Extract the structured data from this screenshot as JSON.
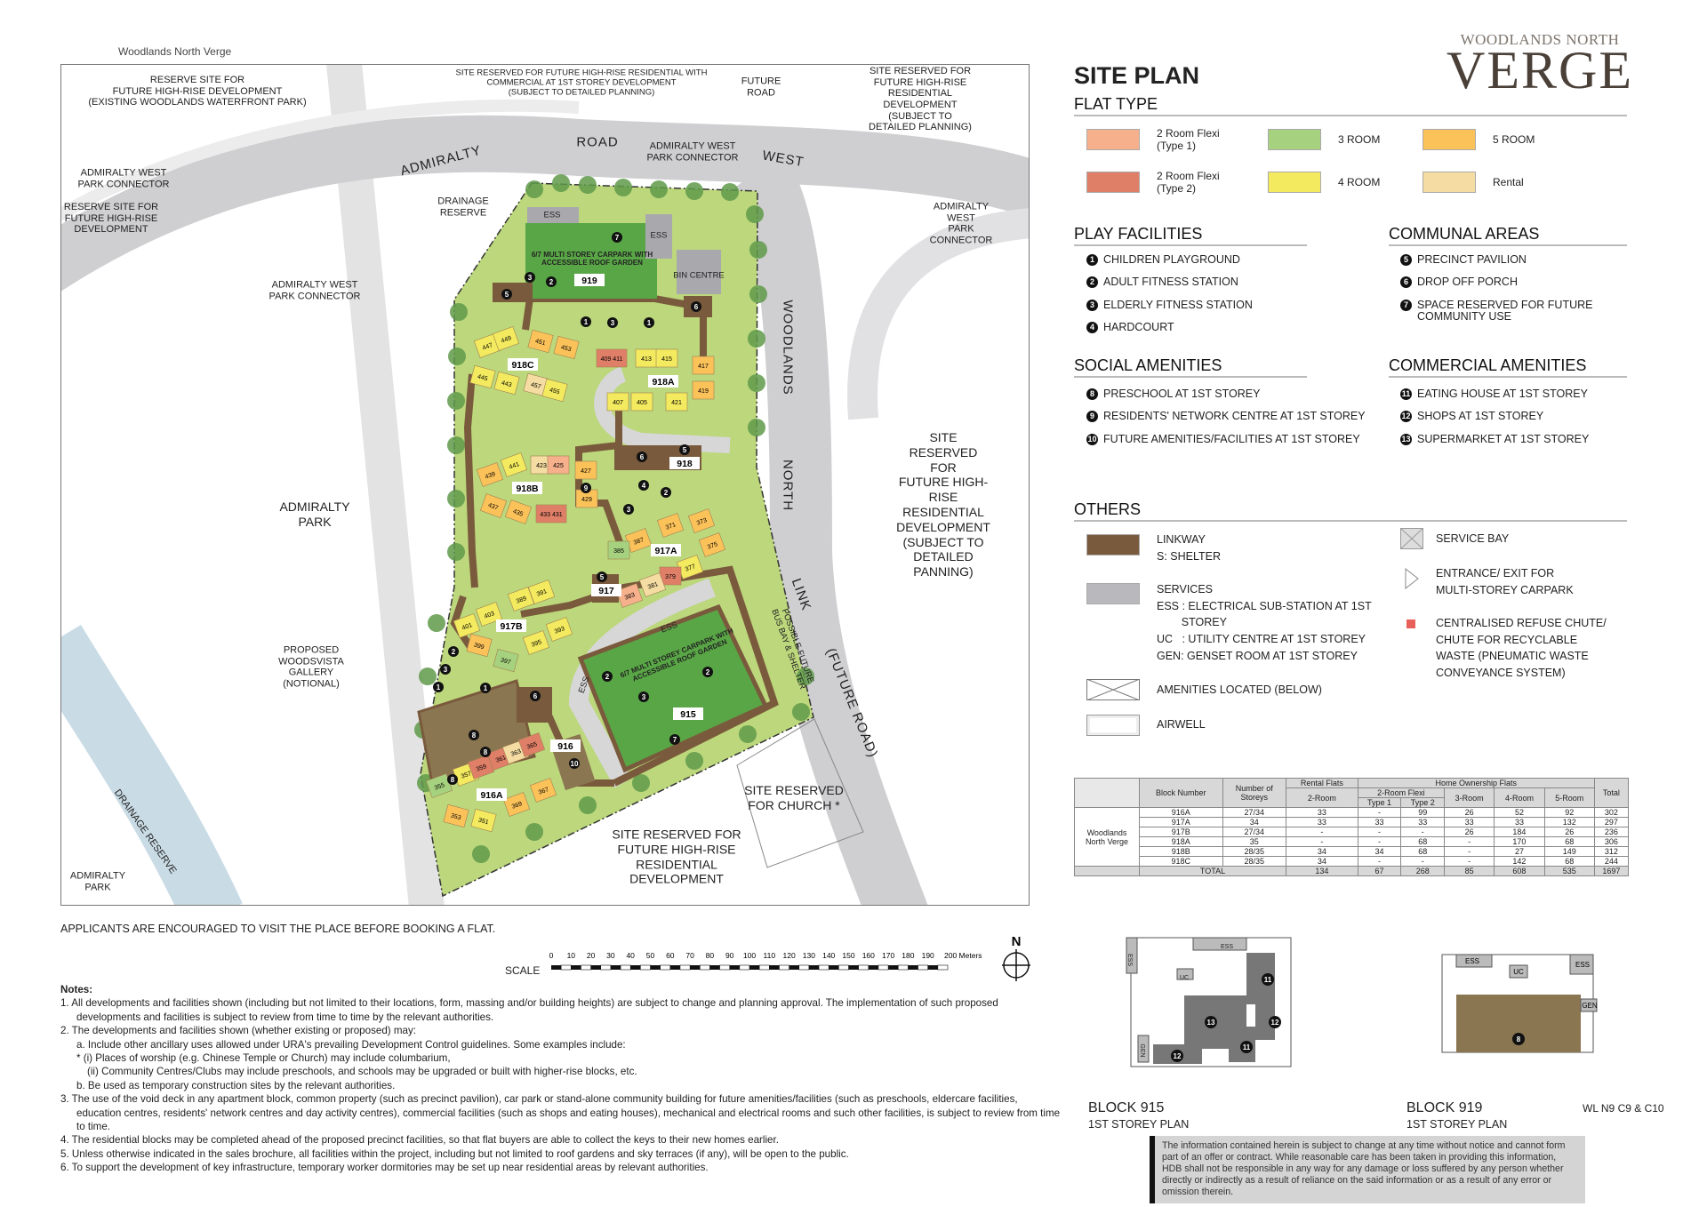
{
  "doc_title": "Woodlands North Verge",
  "logo": {
    "line1": "WOODLANDS NORTH",
    "line2": "VERGE"
  },
  "site_plan_title": "SITE PLAN",
  "flat_type": {
    "heading": "FLAT TYPE",
    "items": [
      {
        "label": "2 Room Flexi\n(Type 1)",
        "color": "#f6b08c"
      },
      {
        "label": "2 Room Flexi\n(Type 2)",
        "color": "#e07f68"
      },
      {
        "label": "3 ROOM",
        "color": "#a6d27f"
      },
      {
        "label": "4 ROOM",
        "color": "#f3ea5f"
      },
      {
        "label": "5 ROOM",
        "color": "#fcc25a"
      },
      {
        "label": "Rental",
        "color": "#f4dca2"
      }
    ]
  },
  "play_facilities": {
    "heading": "PLAY FACILITIES",
    "items": [
      {
        "n": "1",
        "label": "CHILDREN PLAYGROUND"
      },
      {
        "n": "2",
        "label": "ADULT FITNESS STATION"
      },
      {
        "n": "3",
        "label": "ELDERLY FITNESS STATION"
      },
      {
        "n": "4",
        "label": "HARDCOURT"
      }
    ]
  },
  "communal_areas": {
    "heading": "COMMUNAL AREAS",
    "items": [
      {
        "n": "5",
        "label": "PRECINCT PAVILION"
      },
      {
        "n": "6",
        "label": "DROP OFF PORCH"
      },
      {
        "n": "7",
        "label": "SPACE RESERVED FOR FUTURE\nCOMMUNITY USE"
      }
    ]
  },
  "social_amenities": {
    "heading": "SOCIAL AMENITIES",
    "items": [
      {
        "n": "8",
        "label": "PRESCHOOL  AT 1ST STOREY"
      },
      {
        "n": "9",
        "label": "RESIDENTS' NETWORK CENTRE AT 1ST STOREY"
      },
      {
        "n": "10",
        "label": "FUTURE AMENITIES/FACILITIES AT 1ST STOREY"
      }
    ]
  },
  "commercial_amenities": {
    "heading": "COMMERCIAL AMENITIES",
    "items": [
      {
        "n": "11",
        "label": "EATING HOUSE AT 1ST STOREY"
      },
      {
        "n": "12",
        "label": "SHOPS AT 1ST STOREY"
      },
      {
        "n": "13",
        "label": "SUPERMARKET AT 1ST STOREY"
      }
    ]
  },
  "others": {
    "heading": "OTHERS",
    "linkway": "LINKWAY\nS: SHELTER",
    "services": "SERVICES\nESS : ELECTRICAL SUB-STATION AT 1ST\n        STOREY\nUC   : UTILITY CENTRE AT 1ST STOREY\nGEN: GENSET ROOM AT 1ST STOREY",
    "amenities_below": "AMENITIES LOCATED (BELOW)",
    "airwell": "AIRWELL",
    "service_bay": "SERVICE BAY",
    "entrance": "ENTRANCE/ EXIT FOR\nMULTI-STOREY CARPARK",
    "refuse": "CENTRALISED REFUSE CHUTE/\nCHUTE FOR RECYCLABLE\nWASTE (PNEUMATIC WASTE\nCONVEYANCE SYSTEM)",
    "colors": {
      "linkway": "#7a5a3c",
      "services": "#b9b9bd",
      "refuse": "#e8605a"
    }
  },
  "unit_table": {
    "headers": {
      "block": "Block Number",
      "storeys": "Number of\nStoreys",
      "rental": "Rental Flats",
      "rental_2room": "2-Room",
      "hof": "Home Ownership Flats",
      "flexi": "2-Room Flexi",
      "type1": "Type 1",
      "type2": "Type 2",
      "r3": "3-Room",
      "r4": "4-Room",
      "r5": "5-Room",
      "total": "Total"
    },
    "project": "Woodlands\nNorth Verge",
    "rows": [
      [
        "916A",
        "27/34",
        "33",
        "-",
        "99",
        "26",
        "52",
        "92",
        "302"
      ],
      [
        "917A",
        "34",
        "33",
        "33",
        "33",
        "33",
        "33",
        "132",
        "297"
      ],
      [
        "917B",
        "27/34",
        "-",
        "-",
        "-",
        "26",
        "184",
        "26",
        "236"
      ],
      [
        "918A",
        "35",
        "-",
        "-",
        "68",
        "-",
        "170",
        "68",
        "306"
      ],
      [
        "918B",
        "28/35",
        "34",
        "34",
        "68",
        "-",
        "27",
        "149",
        "312"
      ],
      [
        "918C",
        "28/35",
        "34",
        "-",
        "-",
        "-",
        "142",
        "68",
        "244"
      ]
    ],
    "total": [
      "TOTAL",
      "134",
      "67",
      "268",
      "85",
      "608",
      "535",
      "1697"
    ]
  },
  "block_plans": [
    {
      "title": "BLOCK 915",
      "sub": "1ST STOREY PLAN",
      "labels": [
        "ESS",
        "ESS",
        "UC",
        "GEN",
        "11",
        "12",
        "13",
        "11",
        "12"
      ]
    },
    {
      "title": "BLOCK 919",
      "sub": "1ST STOREY PLAN",
      "labels": [
        "ESS",
        "ESS",
        "UC",
        "GEN",
        "8"
      ]
    }
  ],
  "drawing_code": "WL N9 C9 & C10",
  "disclaimer": "The information contained herein is subject to change at any time without notice and cannot form part of an offer or contract. While reasonable care has been taken in providing this information, HDB shall not be responsible in any way for any damage or loss suffered by any person whether directly or indirectly as a result of reliance on the said information or as a result of any error or omission therein.",
  "applicants_note": "APPLICANTS ARE ENCOURAGED TO VISIT THE PLACE BEFORE BOOKING A FLAT.",
  "scale": {
    "label": "SCALE",
    "ticks": [
      "0",
      "10",
      "20",
      "30",
      "40",
      "50",
      "60",
      "70",
      "80",
      "90",
      "100",
      "110",
      "120",
      "130",
      "140",
      "150",
      "160",
      "170",
      "180",
      "190",
      "200 Meters"
    ]
  },
  "north_label": "N",
  "notes": {
    "heading": "Notes:",
    "lines": [
      "1.  All developments and facilities shown (including but not limited to their locations, form, massing and/or building heights) are subject to change and planning approval. The implementation of such proposed developments and facilities is subject to review from time to time by the relevant authorities.",
      "2.  The developments and facilities shown (whether existing or proposed) may:",
      "a. Include other ancillary uses allowed under URA's prevailing Development Control guidelines. Some examples include:",
      "* (i) Places of worship (e.g. Chinese Temple or Church) may include columbarium,",
      "(ii) Community Centres/Clubs may include preschools, and schools may be upgraded or built with higher-rise blocks, etc.",
      "b. Be used as temporary construction sites by the relevant authorities.",
      "3.  The use of the void deck in any apartment block, common property (such as precinct pavilion), car park or stand-alone community building for future amenities/facilities (such as preschools, eldercare facilities, education centres, residents' network centres and day activity centres), commercial facilities (such as shops and eating houses), mechanical and electrical rooms and such other facilities, is subject to review from time to time.",
      "4. The residential blocks may be completed ahead of the proposed precinct facilities, so that flat buyers are able to collect the keys to their new homes earlier.",
      "5. Unless otherwise indicated in the sales brochure, all facilities within the project, including but not limited to roof gardens and sky terraces (if any), will be open to the public.",
      "6. To support the development of key infrastructure, temporary worker dormitories may be set up near residential areas by relevant authorities."
    ]
  },
  "map": {
    "labels": {
      "waterfront": "RESERVE SITE FOR\nFUTURE HIGH-RISE DEVELOPMENT\n(EXISTING WOODLANDS WATERFRONT PARK)",
      "commercial_site": "SITE RESERVED FOR FUTURE HIGH-RISE RESIDENTIAL WITH\nCOMMERCIAL AT 1ST STOREY DEVELOPMENT\n(SUBJECT TO DETAILED PLANNING)",
      "future_road": "FUTURE\nROAD",
      "ne_site": "SITE RESERVED FOR FUTURE HIGH-RISE\nRESIDENTIAL DEVELOPMENT\n(SUBJECT TO DETAILED PLANNING)",
      "connector_w": "ADMIRALTY WEST\nPARK CONNECTOR",
      "reserve_w": "RESERVE SITE FOR\nFUTURE HIGH-RISE\nDEVELOPMENT",
      "road_admiralty": "ADMIRALTY",
      "road_road": "ROAD",
      "road_west": "WEST",
      "connector_n": "ADMIRALTY WEST\nPARK CONNECTOR",
      "drainage_reserve_n": "DRAINAGE\nRESERVE",
      "connector_e": "ADMIRALTY WEST\nPARK CONNECTOR",
      "connector_mid": "ADMIRALTY WEST\nPARK CONNECTOR",
      "woodlands": "WOODLANDS",
      "north": "NORTH",
      "link": "LINK",
      "future_road2": "(FUTURE        ROAD)",
      "east_site": "SITE RESERVED FOR\nFUTURE HIGH-RISE\nRESIDENTIAL\nDEVELOPMENT\n(SUBJECT TO\nDETAILED PANNING)",
      "admiralty_park": "ADMIRALTY\nPARK",
      "gallery": "PROPOSED\nWOODSVISTA\nGALLERY\n(NOTIONAL)",
      "church": "SITE RESERVED\nFOR CHURCH *",
      "south_site": "SITE RESERVED FOR\nFUTURE HIGH-RISE\nRESIDENTIAL\nDEVELOPMENT",
      "drainage_sw": "DRAINAGE RESERVE",
      "admiralty_park_sw": "ADMIRALTY\nPARK",
      "carpark919": "6/7 MULTI STOREY CARPARK WITH\nACCESSIBLE ROOF GARDEN",
      "carpark915": "6/7 MULTI STOREY CARPARK WITH\nACCESSIBLE ROOF GARDEN",
      "bin_centre": "BIN CENTRE",
      "bus_bay": "POSSIBLE FUTURE\nBUS BAY & SHELTER",
      "ess": "ESS"
    },
    "blocks": [
      "919",
      "918C",
      "918A",
      "918",
      "918B",
      "917A",
      "917",
      "917B",
      "916",
      "916A",
      "915"
    ],
    "units": [
      {
        "no": "447",
        "type": "4room"
      },
      {
        "no": "449",
        "type": "4room"
      },
      {
        "no": "451",
        "type": "5room"
      },
      {
        "no": "453",
        "type": "5room"
      },
      {
        "no": "409 411",
        "type": "flexi2"
      },
      {
        "no": "413",
        "type": "4room"
      },
      {
        "no": "415",
        "type": "4room"
      },
      {
        "no": "417",
        "type": "5room"
      },
      {
        "no": "419",
        "type": "5room"
      },
      {
        "no": "445",
        "type": "4room"
      },
      {
        "no": "443",
        "type": "4room"
      },
      {
        "no": "457",
        "type": "rental"
      },
      {
        "no": "455",
        "type": "4room"
      },
      {
        "no": "407",
        "type": "4room"
      },
      {
        "no": "405",
        "type": "4room"
      },
      {
        "no": "421",
        "type": "4room"
      },
      {
        "no": "439",
        "type": "5room"
      },
      {
        "no": "441",
        "type": "4room"
      },
      {
        "no": "423",
        "type": "rental"
      },
      {
        "no": "425",
        "type": "flexi1"
      },
      {
        "no": "427",
        "type": "5room"
      },
      {
        "no": "429",
        "type": "5room"
      },
      {
        "no": "437",
        "type": "5room"
      },
      {
        "no": "435",
        "type": "5room"
      },
      {
        "no": "433 431",
        "type": "flexi2"
      },
      {
        "no": "371",
        "type": "5room"
      },
      {
        "no": "373",
        "type": "5room"
      },
      {
        "no": "375",
        "type": "5room"
      },
      {
        "no": "387",
        "type": "5room"
      },
      {
        "no": "385",
        "type": "3room"
      },
      {
        "no": "377",
        "type": "4room"
      },
      {
        "no": "379",
        "type": "flexi2"
      },
      {
        "no": "383",
        "type": "flexi1"
      },
      {
        "no": "381",
        "type": "rental"
      },
      {
        "no": "389",
        "type": "4room"
      },
      {
        "no": "391",
        "type": "4room"
      },
      {
        "no": "401",
        "type": "4room"
      },
      {
        "no": "403",
        "type": "4room"
      },
      {
        "no": "393",
        "type": "4room"
      },
      {
        "no": "395",
        "type": "4room"
      },
      {
        "no": "399",
        "type": "5room"
      },
      {
        "no": "397",
        "type": "3room"
      },
      {
        "no": "357",
        "type": "4room"
      },
      {
        "no": "359",
        "type": "flexi2"
      },
      {
        "no": "361",
        "type": "flexi2"
      },
      {
        "no": "363",
        "type": "rental"
      },
      {
        "no": "365",
        "type": "flexi2"
      },
      {
        "no": "355",
        "type": "3room"
      },
      {
        "no": "353",
        "type": "5room"
      },
      {
        "no": "351",
        "type": "4room"
      },
      {
        "no": "369",
        "type": "5room"
      },
      {
        "no": "367",
        "type": "5room"
      }
    ],
    "type_colors": {
      "flexi1": "#f6b08c",
      "flexi2": "#e07f68",
      "3room": "#a6d27f",
      "4room": "#f3ea5f",
      "5room": "#fcc25a",
      "rental": "#f4dca2"
    },
    "markers": [
      "7",
      "2",
      "3",
      "5",
      "1",
      "3",
      "1",
      "6",
      "6",
      "5",
      "9",
      "4",
      "2",
      "3",
      "5",
      "2",
      "3",
      "1",
      "1",
      "6",
      "2",
      "2",
      "3",
      "8",
      "8",
      "8",
      "10",
      "7"
    ],
    "shelter_label": "S"
  }
}
